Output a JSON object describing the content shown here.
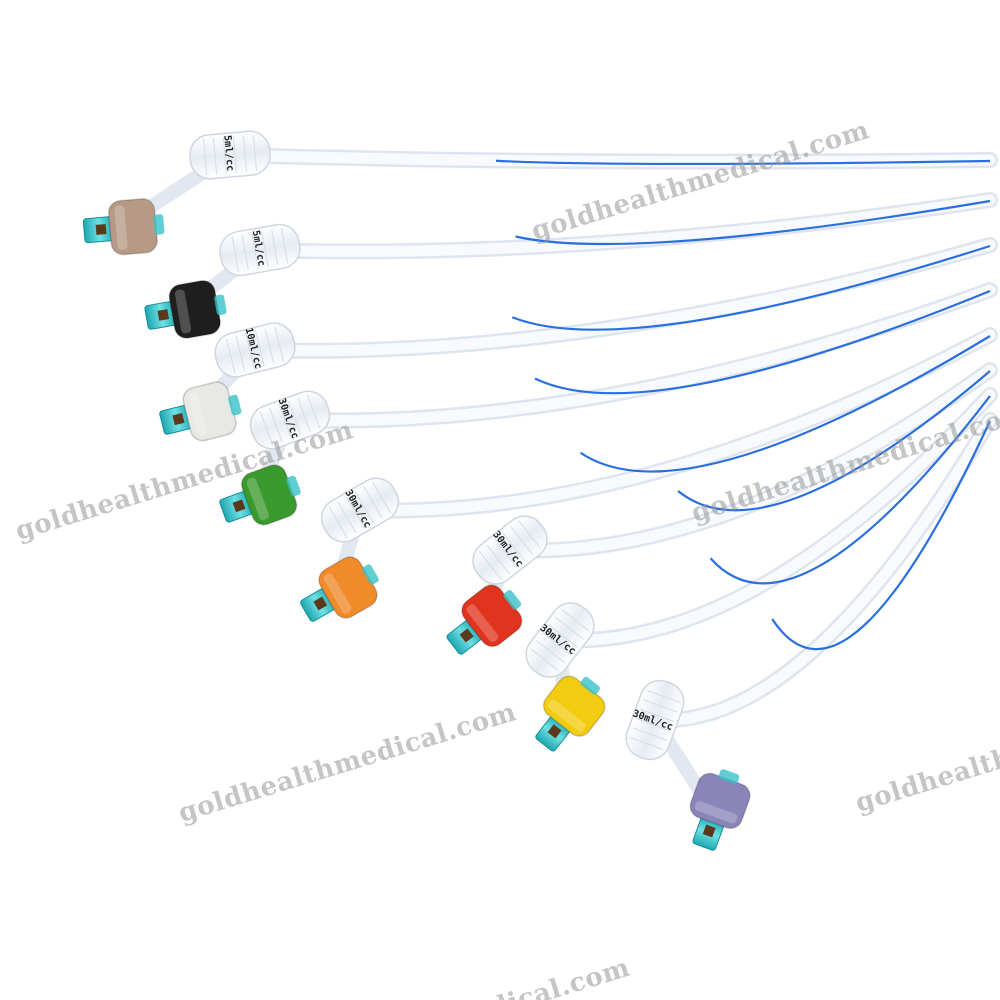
{
  "watermark": {
    "text": "goldhealthmedical.com",
    "text_partial": "goldhealthme",
    "text_tail": "edical.com",
    "color": "#969696"
  },
  "catheters": [
    {
      "hub_color": "#b79a86",
      "balloon_text": "5ml/cc"
    },
    {
      "hub_color": "#1e1e1e",
      "balloon_text": "5ml/cc"
    },
    {
      "hub_color": "#e8e8e4",
      "balloon_text": "10ml/cc"
    },
    {
      "hub_color": "#3b9a2e",
      "balloon_text": "30ml/cc"
    },
    {
      "hub_color": "#f08a2a",
      "balloon_text": "30ml/cc"
    },
    {
      "hub_color": "#e0341f",
      "balloon_text": "30ml/cc"
    },
    {
      "hub_color": "#f2cc10",
      "balloon_text": "30ml/cc"
    },
    {
      "hub_color": "#8a85b8",
      "balloon_text": "30ml/cc"
    }
  ],
  "colors": {
    "valve_teal": "#39c2c9",
    "tube_blue_line": "#2a6fe0",
    "tube_body": "#eef2f8"
  }
}
